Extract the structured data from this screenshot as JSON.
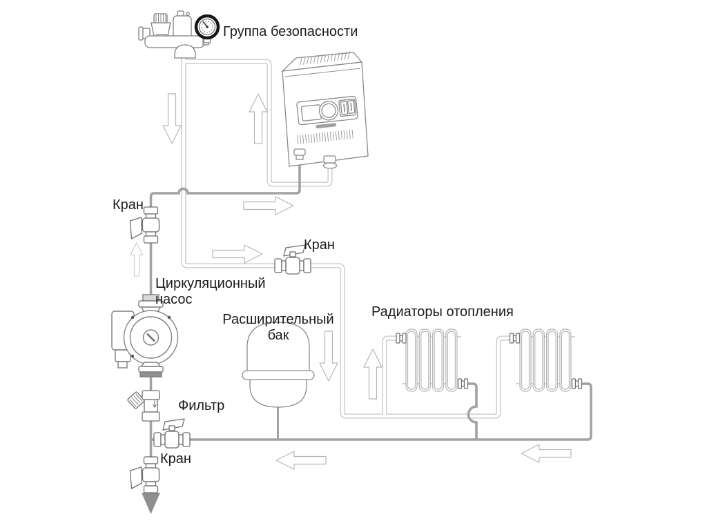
{
  "diagram": {
    "type": "heating-system-piping-schematic",
    "background": "#ffffff",
    "labels": {
      "safety_group": "Группа безопасности",
      "valve_supply": "Кран",
      "valve_radiator_line": "Кран",
      "valve_drain": "Кран",
      "pump_line1": "Циркуляционный",
      "pump_line2": "насос",
      "expansion_line1": "Расширительный",
      "expansion_line2": "бак",
      "radiators": "Радиаторы отопления",
      "filter": "Фильтр"
    },
    "components": [
      "safety-group",
      "safety-valve",
      "air-vent",
      "pressure-gauge",
      "electric-boiler",
      "ball-valve-supply",
      "ball-valve-radiator-line",
      "ball-valve-return",
      "ball-valve-drain",
      "circulation-pump",
      "y-strainer-filter",
      "expansion-tank",
      "radiator-4-section",
      "radiator-4-section"
    ],
    "radiator_count": 2,
    "sections_per_radiator": 4,
    "flow_arrows": [
      "down",
      "up",
      "right",
      "right",
      "up-small",
      "down",
      "up",
      "left",
      "left",
      "drain-down"
    ],
    "colors": {
      "pipe_supply_light": "#c6c6c6",
      "pipe_return_dark": "#a2a2a2",
      "component_outline": "#7e7e7e",
      "arrow_outline": "#b7b7b7",
      "gauge_ring": "#161616",
      "text": "#1b1b1b"
    }
  }
}
